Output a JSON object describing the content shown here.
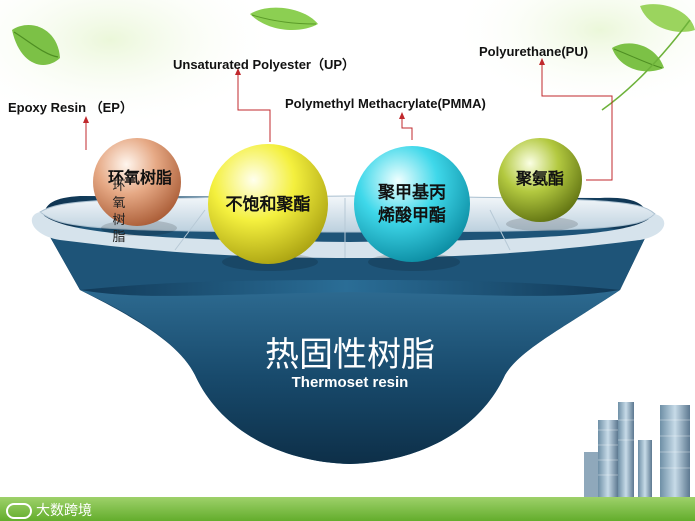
{
  "title_cn": "热固性树脂",
  "title_en": "Thermoset resin",
  "brand": "大数跨境",
  "colors": {
    "accent_line": "#c0282c",
    "bowl_dark": "#123a56",
    "bowl_light": "#3a7fa5",
    "footer": "#7cc045"
  },
  "resins": [
    {
      "label_en": "Epoxy Resin （EP）",
      "label_cn": "环氧树脂",
      "vertical_cn": "环氧树脂",
      "color": "#e0a27a"
    },
    {
      "label_en": "Unsaturated Polyester（UP）",
      "label_cn": "不饱和聚酯",
      "color": "#f2ee3c"
    },
    {
      "label_en": "Polymethyl Methacrylate(PMMA)",
      "label_cn_line1": "聚甲基丙",
      "label_cn_line2": "烯酸甲酯",
      "color": "#38d4e6"
    },
    {
      "label_en": "Polyurethane(PU)",
      "label_cn": "聚氨酯",
      "color": "#a6bd3a"
    }
  ]
}
